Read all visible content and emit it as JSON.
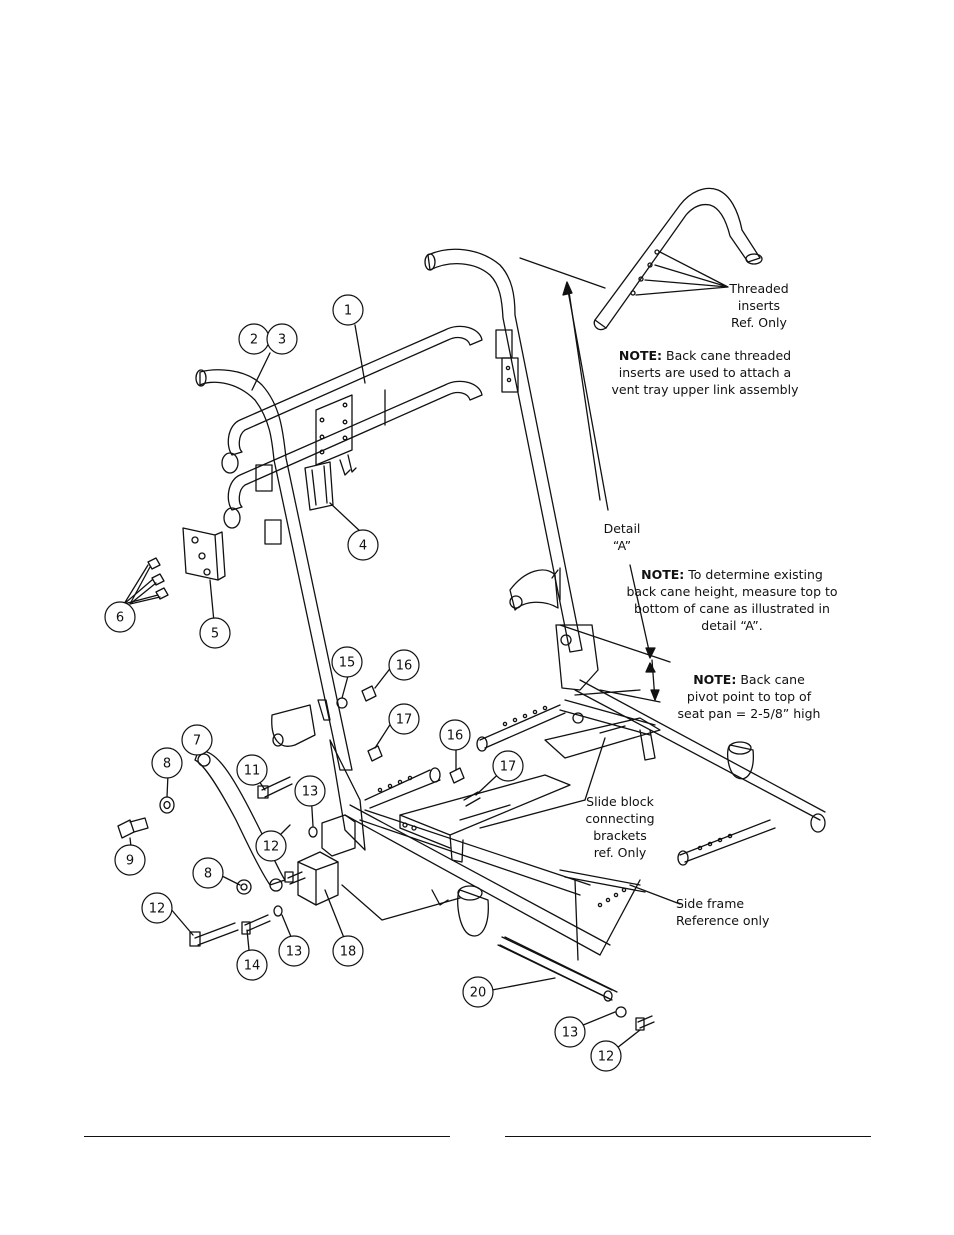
{
  "callouts": [
    {
      "id": "c1",
      "label": "1"
    },
    {
      "id": "c2",
      "label": "2"
    },
    {
      "id": "c3",
      "label": "3"
    },
    {
      "id": "c4",
      "label": "4"
    },
    {
      "id": "c5",
      "label": "5"
    },
    {
      "id": "c6",
      "label": "6"
    },
    {
      "id": "c7",
      "label": "7"
    },
    {
      "id": "c8a",
      "label": "8"
    },
    {
      "id": "c8b",
      "label": "8"
    },
    {
      "id": "c9",
      "label": "9"
    },
    {
      "id": "c11",
      "label": "11"
    },
    {
      "id": "c12a",
      "label": "12"
    },
    {
      "id": "c12b",
      "label": "12"
    },
    {
      "id": "c12c",
      "label": "12"
    },
    {
      "id": "c13a",
      "label": "13"
    },
    {
      "id": "c13b",
      "label": "13"
    },
    {
      "id": "c13c",
      "label": "13"
    },
    {
      "id": "c14",
      "label": "14"
    },
    {
      "id": "c15",
      "label": "15"
    },
    {
      "id": "c16a",
      "label": "16"
    },
    {
      "id": "c16b",
      "label": "16"
    },
    {
      "id": "c17a",
      "label": "17"
    },
    {
      "id": "c17b",
      "label": "17"
    },
    {
      "id": "c18",
      "label": "18"
    },
    {
      "id": "c20",
      "label": "20"
    }
  ],
  "notes": {
    "threaded_inserts": [
      "Threaded",
      "inserts",
      "Ref. Only"
    ],
    "note_threaded": {
      "bold": "NOTE:",
      "lines": [
        "Back cane threaded",
        "inserts are used to attach a",
        "vent tray upper link assembly"
      ]
    },
    "detail_a": [
      "Detail",
      "“A”"
    ],
    "note_height": {
      "bold": "NOTE:",
      "lines": [
        "To determine existing",
        "back cane height, measure top to",
        "bottom of cane as illustrated in",
        "detail “A”."
      ]
    },
    "note_pivot": {
      "bold": "NOTE:",
      "lines": [
        "Back cane",
        "pivot point to top of",
        "seat pan = 2-5/8” high"
      ]
    },
    "slide_block": [
      "Slide block",
      "connecting",
      "brackets",
      "ref. Only"
    ],
    "side_frame": [
      "Side frame",
      "Reference only"
    ]
  }
}
